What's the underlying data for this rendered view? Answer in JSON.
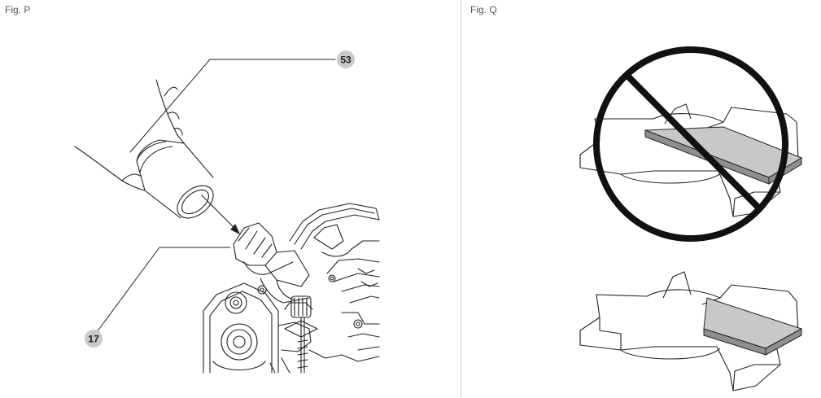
{
  "figures": {
    "p": {
      "label": "Fig. P"
    },
    "q": {
      "label": "Fig. Q"
    }
  },
  "callouts": [
    {
      "id": "53"
    },
    {
      "id": "17"
    }
  ],
  "colors": {
    "line": "#222222",
    "badge": "#c9c9c9",
    "prohibit": "#111111",
    "blade_top": "#c8c8c8",
    "blade_side": "#8f8f8f"
  }
}
